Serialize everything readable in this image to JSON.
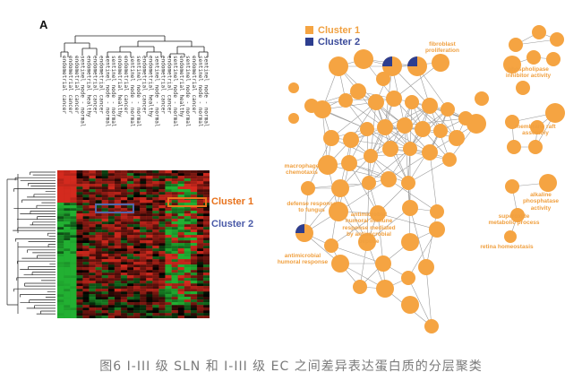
{
  "figure": {
    "panel_letter": "A",
    "column_labels": [
      "endometrial cancer",
      "endometrial cancer",
      "endometrial cancer",
      "sentinel node - normal",
      "endometrial healthy",
      "endometrial cancer",
      "endometrial cancer",
      "sentinel node - normal",
      "sentinel node - normal",
      "endometrial healthy",
      "endometrial cancer",
      "sentinel node - normal",
      "sentinel node - normal",
      "endometrial cancer",
      "endometrial healthy",
      "sentinel node - normal",
      "endometrial cancer",
      "endometrial cancer",
      "sentinel node - normal",
      "endometrial healthy",
      "sentinel node - normal",
      "endometrial cancer",
      "sentinel node - normal",
      "sentinel node - normal"
    ],
    "heatmap_clusters": {
      "cluster1_label": "Cluster 1",
      "cluster2_label": "Cluster 2",
      "cluster1_color": "#e8721c",
      "cluster2_color": "#4a5aa8"
    },
    "heatmap_colors": {
      "high": "#d42a1e",
      "low": "#22b032",
      "mid": "#000000"
    },
    "network": {
      "legend": [
        {
          "label": "Cluster 1",
          "color": "#f5a442"
        },
        {
          "label": "Cluster 2",
          "color": "#2d3e8f"
        }
      ],
      "node_labels": {
        "fibroblast": "fibroblast\nproliferation",
        "phospholipase": "phospholipase\ninhibitor activity",
        "membrane_raft": "membrane raft\nassembly",
        "macrophage": "macrophage\nchemotaxis",
        "defense": "defense response\nto fungus",
        "antimicrobial_humoral_immune": "antimicrobial\nhumoral immune\nresponse mediated\nby antimicrobial\npeptide",
        "alkaline": "alkaline\nphosphatase\nactivity",
        "superoxide": "superoxide\nmetabolic process",
        "antimicrobial_humoral": "antimicrobial\nhumoral response",
        "retina": "retina homeostasis"
      }
    },
    "caption": "图6 I-III 级 SLN 和 I-III 级 EC 之间差异表达蛋白质的分层聚类"
  }
}
